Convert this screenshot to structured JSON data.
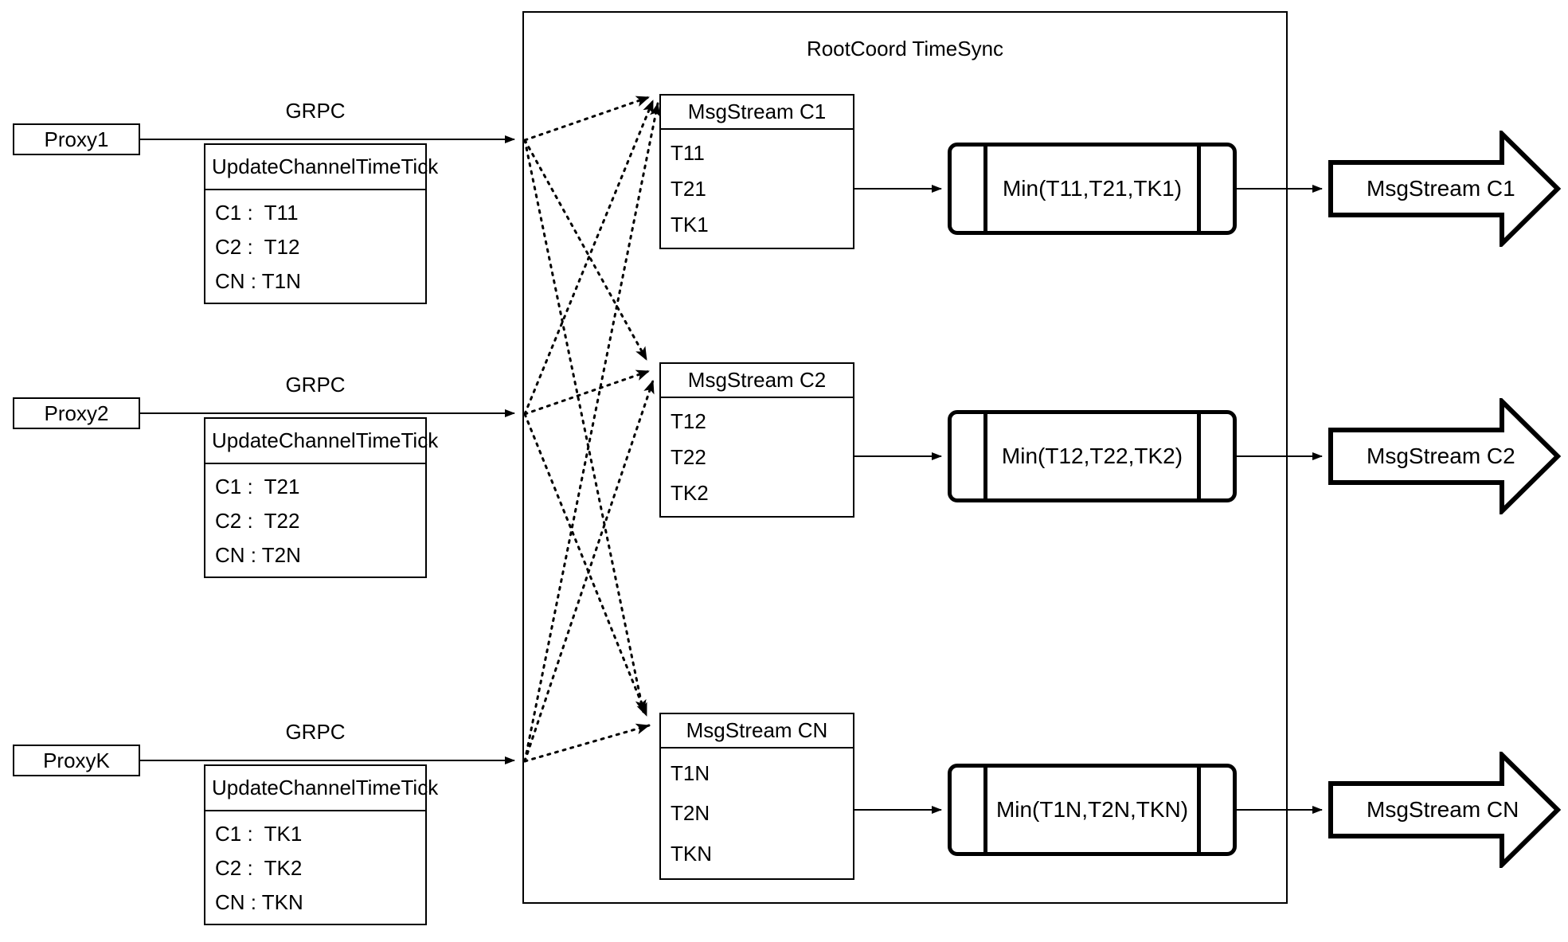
{
  "diagram": {
    "title": "RootCoord TimeSync",
    "link_label": "GRPC"
  },
  "proxies": [
    {
      "name": "Proxy1",
      "link_label": "GRPC",
      "rpc_title": "UpdateChannelTimeTick",
      "rpc_rows": [
        "C1 :  T11",
        "C2 :  T12",
        "CN : T1N"
      ]
    },
    {
      "name": "Proxy2",
      "link_label": "GRPC",
      "rpc_title": "UpdateChannelTimeTick",
      "rpc_rows": [
        "C1 :  T21",
        "C2 :  T22",
        "CN : T2N"
      ]
    },
    {
      "name": "ProxyK",
      "link_label": "GRPC",
      "rpc_title": "UpdateChannelTimeTick",
      "rpc_rows": [
        "C1 :  TK1",
        "C2 :  TK2",
        "CN : TKN"
      ]
    }
  ],
  "channels": [
    {
      "stream_title": "MsgStream C1",
      "stream_rows": [
        "T11",
        "T21",
        "TK1"
      ],
      "min_label": "Min(T11,T21,TK1)",
      "output_label": "MsgStream C1"
    },
    {
      "stream_title": "MsgStream C2",
      "stream_rows": [
        "T12",
        "T22",
        "TK2"
      ],
      "min_label": "Min(T12,T22,TK2)",
      "output_label": "MsgStream C2"
    },
    {
      "stream_title": "MsgStream CN",
      "stream_rows": [
        "T1N",
        "T2N",
        "TKN"
      ],
      "min_label": "Min(T1N,T2N,TKN)",
      "output_label": "MsgStream CN"
    }
  ],
  "colors": {
    "stroke": "#000000",
    "background": "#ffffff"
  }
}
